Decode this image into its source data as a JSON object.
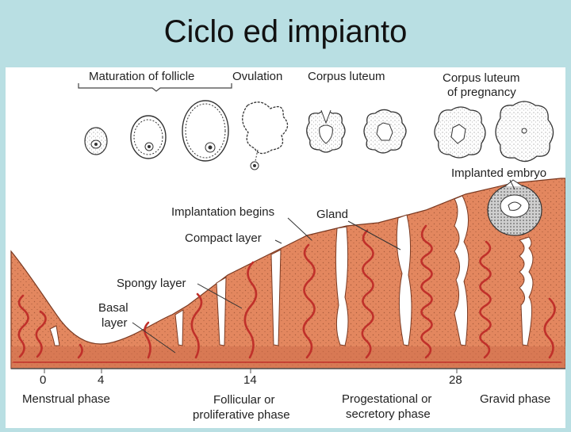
{
  "title": "Ciclo ed impianto",
  "labels": {
    "maturation": "Maturation of follicle",
    "ovulation": "Ovulation",
    "corpus_luteum": "Corpus luteum",
    "corpus_preg_1": "Corpus luteum",
    "corpus_preg_2": "of pregnancy",
    "implanted_embryo": "Implanted embryo",
    "implantation_begins": "Implantation begins",
    "gland": "Gland",
    "compact_layer": "Compact layer",
    "spongy_layer": "Spongy layer",
    "basal_1": "Basal",
    "basal_2": "layer"
  },
  "axis_days": [
    "0",
    "4",
    "14",
    "28"
  ],
  "phases": {
    "menstrual": "Menstrual phase",
    "follicular_1": "Follicular or",
    "follicular_2": "proliferative phase",
    "progestational_1": "Progestational or",
    "progestational_2": "secretory phase",
    "gravid": "Gravid phase"
  },
  "colors": {
    "background": "#b9dfe3",
    "endometrium": "#e3875f",
    "basal": "#cf6e4a",
    "vessel": "#c0302a"
  }
}
